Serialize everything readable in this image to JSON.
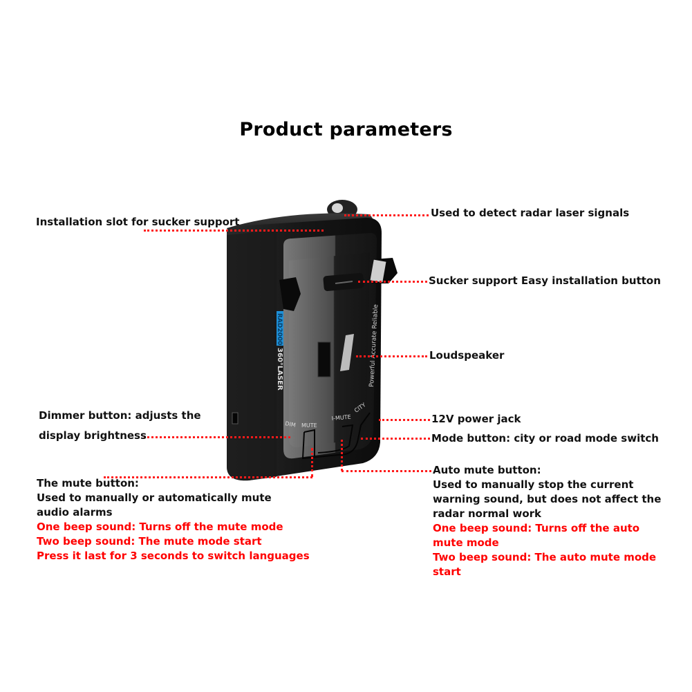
{
  "title": "Product parameters",
  "device": {
    "brand_badge": "RAD2000",
    "side_label": "360°LASER",
    "slogan": "Powerful Accurate Reliable",
    "buttons": [
      "DIM",
      "MUTE",
      "I-MUTE",
      "CITY"
    ],
    "body_color": "#1c1c1c",
    "badge_color": "#1e90d8"
  },
  "callouts": {
    "sensor": "Used to detect radar laser signals",
    "slot": "Installation slot for sucker support",
    "sucker_button": "Sucker support Easy installation button",
    "speaker": "Loudspeaker",
    "power": "12V power jack",
    "mode": "Mode button: city or road mode switch",
    "dimmer": {
      "line1": "Dimmer button: adjusts the",
      "line2": "display brightness"
    },
    "mute": {
      "heading": "The mute button:",
      "desc1": "Used to manually or automatically mute",
      "desc2": "audio alarms",
      "red1": "One beep sound: Turns off the mute mode",
      "red2": "Two beep sound: The mute mode start",
      "red3": "Press it last for 3 seconds to switch languages"
    },
    "auto_mute": {
      "heading": "Auto mute button:",
      "desc1": "Used to manually stop the current",
      "desc2": "warning sound, but does not affect the",
      "desc3": "radar normal work",
      "red1": "One beep sound: Turns off the auto",
      "red2": "mute mode",
      "red3": "Two beep sound: The auto mute mode",
      "red4": "start"
    }
  },
  "colors": {
    "leader_line": "#ff1a1a",
    "text": "#111111",
    "highlight_text": "#ff0000"
  }
}
